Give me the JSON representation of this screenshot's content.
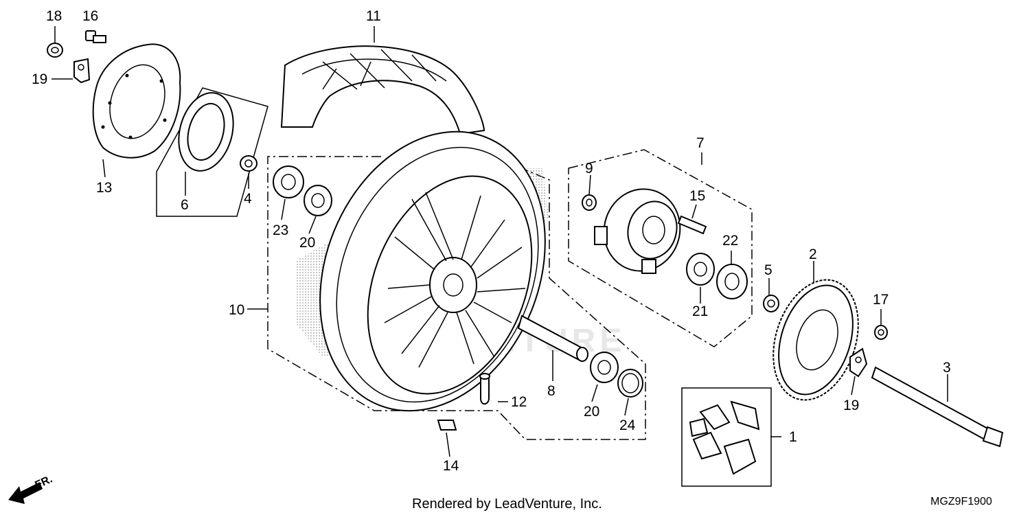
{
  "callouts": [
    {
      "id": "p1",
      "label": "1"
    },
    {
      "id": "p2",
      "label": "2"
    },
    {
      "id": "p3",
      "label": "3"
    },
    {
      "id": "p4",
      "label": "4"
    },
    {
      "id": "p5",
      "label": "5"
    },
    {
      "id": "p6",
      "label": "6"
    },
    {
      "id": "p7",
      "label": "7"
    },
    {
      "id": "p8",
      "label": "8"
    },
    {
      "id": "p9",
      "label": "9"
    },
    {
      "id": "p10",
      "label": "10"
    },
    {
      "id": "p11",
      "label": "11"
    },
    {
      "id": "p12",
      "label": "12"
    },
    {
      "id": "p13",
      "label": "13"
    },
    {
      "id": "p14",
      "label": "14"
    },
    {
      "id": "p15",
      "label": "15"
    },
    {
      "id": "p16",
      "label": "16"
    },
    {
      "id": "p17",
      "label": "17"
    },
    {
      "id": "p18",
      "label": "18"
    },
    {
      "id": "p19a",
      "label": "19"
    },
    {
      "id": "p19b",
      "label": "19"
    },
    {
      "id": "p20a",
      "label": "20"
    },
    {
      "id": "p20b",
      "label": "20"
    },
    {
      "id": "p21",
      "label": "21"
    },
    {
      "id": "p22",
      "label": "22"
    },
    {
      "id": "p23",
      "label": "23"
    },
    {
      "id": "p24",
      "label": "24"
    }
  ],
  "direction_label": "FR.",
  "footer": "Rendered by LeadVenture, Inc.",
  "diagram_code": "MGZ9F1900",
  "watermark": "VENTURE"
}
